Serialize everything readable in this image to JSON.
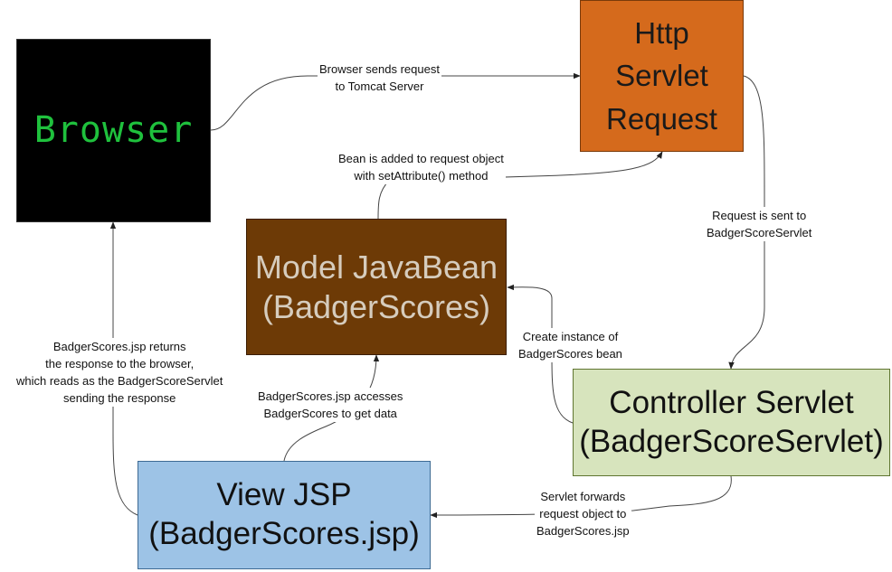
{
  "boxes": {
    "browser": {
      "label": "Browser",
      "bg": "#000000",
      "fg": "#1fc13d"
    },
    "http_request": {
      "lines": [
        "Http",
        "Servlet",
        "Request"
      ],
      "bg": "#d56a1c"
    },
    "model": {
      "lines": [
        "Model JavaBean",
        "(BadgerScores)"
      ],
      "bg": "#6d3a06",
      "fg": "#d6ccbd"
    },
    "controller": {
      "lines": [
        "Controller Servlet",
        "(BadgerScoreServlet)"
      ],
      "bg": "#d7e4bd"
    },
    "view": {
      "lines": [
        "View JSP",
        "(BadgerScores.jsp)"
      ],
      "bg": "#9dc3e6"
    }
  },
  "labels": {
    "browser_to_request": [
      "Browser sends request",
      "to Tomcat Server"
    ],
    "bean_added": [
      "Bean is added to request object",
      "with setAttribute() method"
    ],
    "request_sent": [
      "Request is sent to",
      "BadgerScoreServlet"
    ],
    "create_instance": [
      "Create instance of",
      "BadgerScores bean"
    ],
    "jsp_accesses": [
      "BadgerScores.jsp accesses",
      "BadgerScores to get data"
    ],
    "jsp_returns": [
      "BadgerScores.jsp returns",
      "the response to the browser,",
      "which reads as the BadgerScoreServlet",
      "sending the response"
    ],
    "servlet_forwards": [
      "Servlet forwards",
      "request object to",
      "BadgerScores.jsp"
    ]
  }
}
